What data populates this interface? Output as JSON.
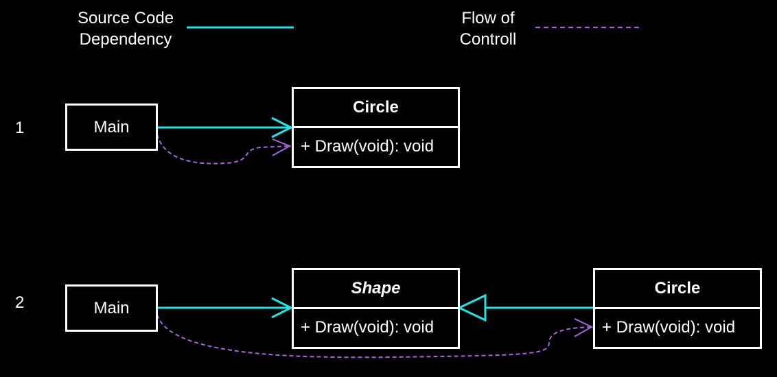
{
  "legend": {
    "dependency_label": "Source Code\nDependency",
    "flow_label": "Flow of\nControll",
    "dependency_color": "#1ee6e6",
    "flow_color": "#a865e6"
  },
  "diagram1": {
    "number": "1",
    "main_label": "Main",
    "class_name": "Circle",
    "operation": "+ Draw(void): void"
  },
  "diagram2": {
    "number": "2",
    "main_label": "Main",
    "interface_name": "Shape",
    "interface_operation": "+ Draw(void): void",
    "impl_name": "Circle",
    "impl_operation": "+ Draw(void): void"
  }
}
